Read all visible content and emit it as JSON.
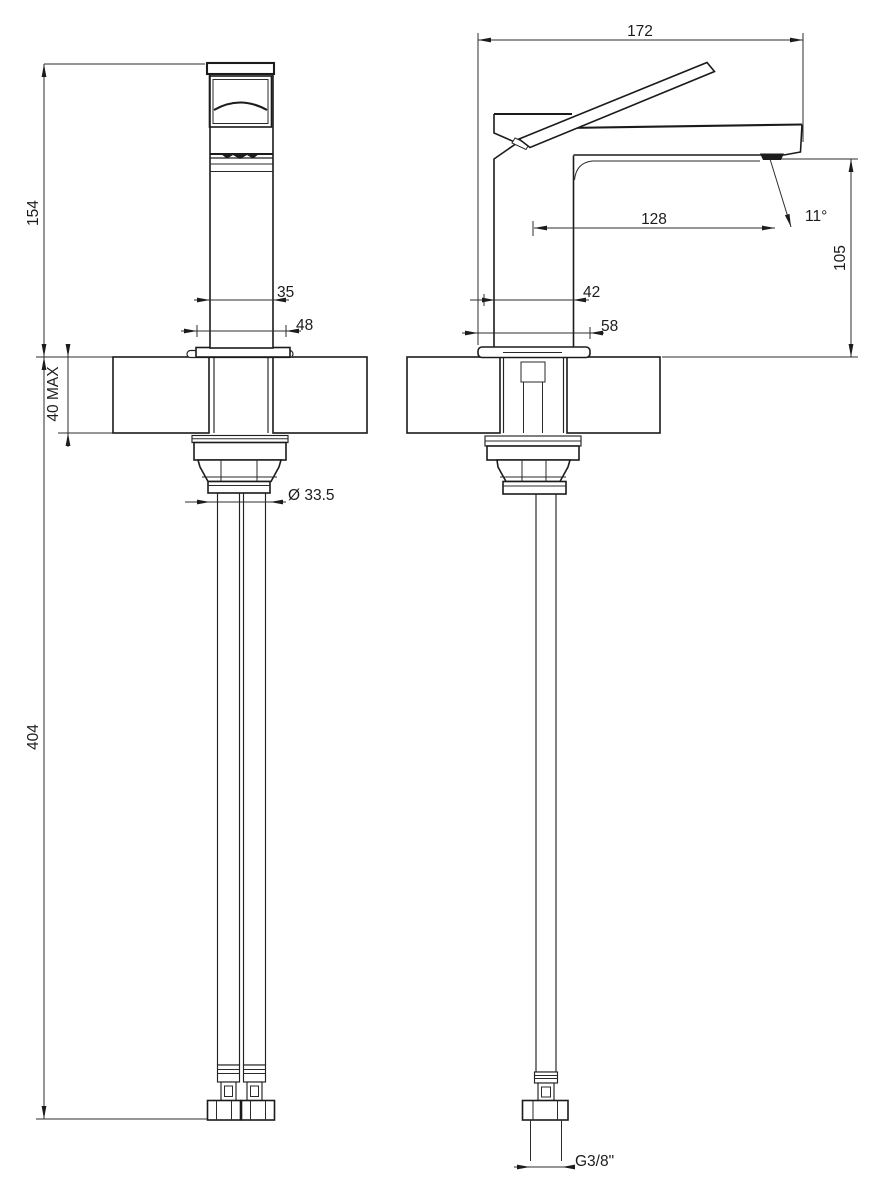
{
  "drawing": {
    "dimensions": {
      "front_view": {
        "height": "154",
        "hose_length": "404",
        "deck_thickness": "40 MAX",
        "body_width": "35",
        "base_width": "48",
        "shank_diameter": "Ø 33.5"
      },
      "side_view": {
        "total_depth": "172",
        "spout_reach": "128",
        "spout_angle": "11°",
        "spout_height": "105",
        "body_depth": "42",
        "base_depth": "58",
        "hose_thread": "G3/8\""
      }
    }
  }
}
